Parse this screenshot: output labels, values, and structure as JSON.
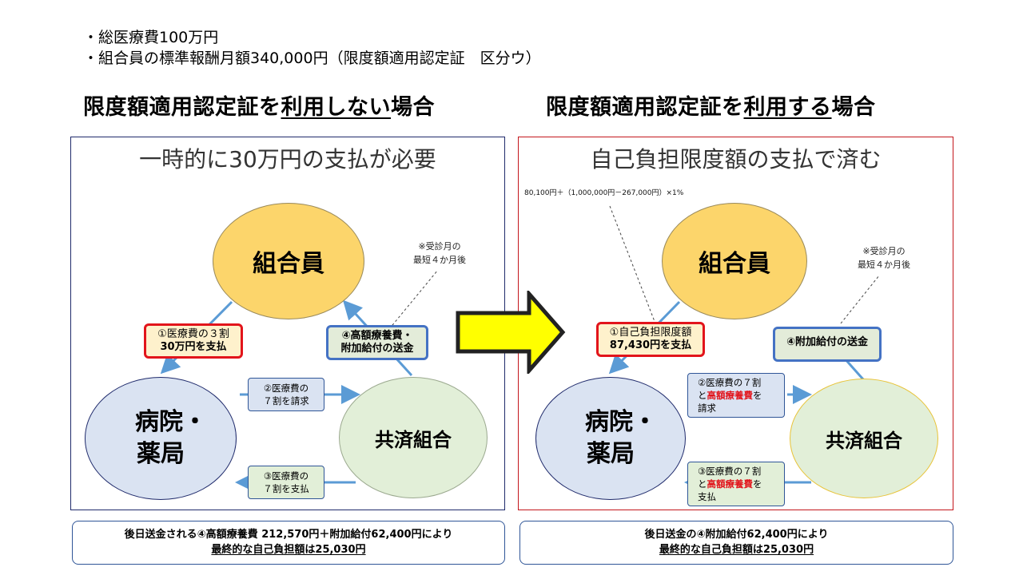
{
  "bullets": [
    "・総医療費100万円",
    "・組合員の標準報酬月額340,000円（限度額適用認定証　区分ウ）"
  ],
  "left": {
    "heading_pre": "限度額適用認定証を",
    "heading_u": "利用しない",
    "heading_post": "場合",
    "panel_title": "一時的に30万円の支払が必要",
    "member": "組合員",
    "hospital_l1": "病院・",
    "hospital_l2": "薬局",
    "mutual": "共済組合",
    "label1_l1": "①医療費の３割",
    "label1_l2": "30万円を支払",
    "label2_l1": "②医療費の",
    "label2_l2": "７割を請求",
    "label3_l1": "③医療費の",
    "label3_l2": "７割を支払",
    "label4_l1": "④高額療養費・",
    "label4_l2": "附加給付の送金",
    "note_l1": "※受診月の",
    "note_l2": "最短４か月後",
    "bottom_l1": "後日送金される④高額療養費 212,570円＋附加給付62,400円により",
    "bottom_l2": "最終的な自己負担額は25,030円"
  },
  "right": {
    "heading_pre": "限度額適用認定証を",
    "heading_u": "利用する",
    "heading_post": "場合",
    "panel_title": "自己負担限度額の支払で済む",
    "formula": "80,100円＋（1,000,000円－267,000円）×1%",
    "member": "組合員",
    "hospital_l1": "病院・",
    "hospital_l2": "薬局",
    "mutual": "共済組合",
    "label1_l1": "①自己負担限度額",
    "label1_l2": "87,430円を支払",
    "label2_l1": "②医療費の７割",
    "label2_mid_a": "と",
    "label2_red": "高額療養費",
    "label2_mid_b": "を",
    "label2_l3": "請求",
    "label3_l1": "③医療費の７割",
    "label3_mid_a": "と",
    "label3_red": "高額療養費",
    "label3_mid_b": "を",
    "label3_l3": "支払",
    "label4": "④附加給付の送金",
    "note_l1": "※受診月の",
    "note_l2": "最短４か月後",
    "bottom_l1": "後日送金の④附加給付62,400円により",
    "bottom_l2": "最終的な自己負担額は25,030円"
  },
  "colors": {
    "member_fill": "#fcd56b",
    "hospital_fill": "#dae3f2",
    "mutual_fill": "#e2efd8",
    "arrow_fill": "#ffff00",
    "emphasis_red": "#e2141b",
    "connector_blue": "#5b9bd5"
  },
  "icons": {
    "transition_arrow": "big-right-arrow-icon"
  }
}
